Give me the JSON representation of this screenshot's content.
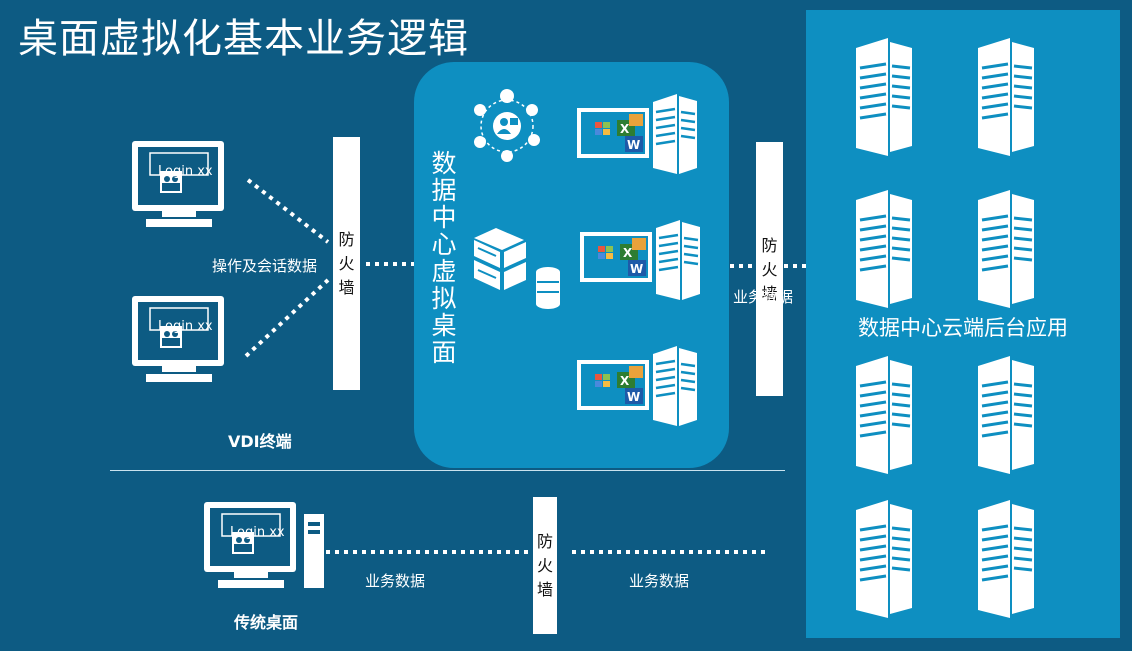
{
  "title": "桌面虚拟化基本业务逻辑",
  "firewall_label": "防\n火\n墙",
  "center": {
    "label": "数据中心虚拟桌面"
  },
  "right": {
    "label": "数据中心云端后台应用"
  },
  "vdi": {
    "label": "VDI终端",
    "data_label": "操作及会话数据",
    "terminals": [
      {
        "login": "Login  xx"
      },
      {
        "login": "Login  xx"
      }
    ]
  },
  "biz_data_label": "业务数据",
  "traditional": {
    "label": "传统桌面",
    "login": "Login  xx",
    "left_data_label": "业务数据",
    "right_data_label": "业务数据"
  },
  "colors": {
    "background": "#0d5b83",
    "panel": "#0e8fc1",
    "firewall": "#ffffff",
    "line": "#ffffff"
  },
  "icons": [
    "monitor-icon",
    "server-icon",
    "user-hub-icon",
    "database-icon",
    "windows-app-icon"
  ]
}
